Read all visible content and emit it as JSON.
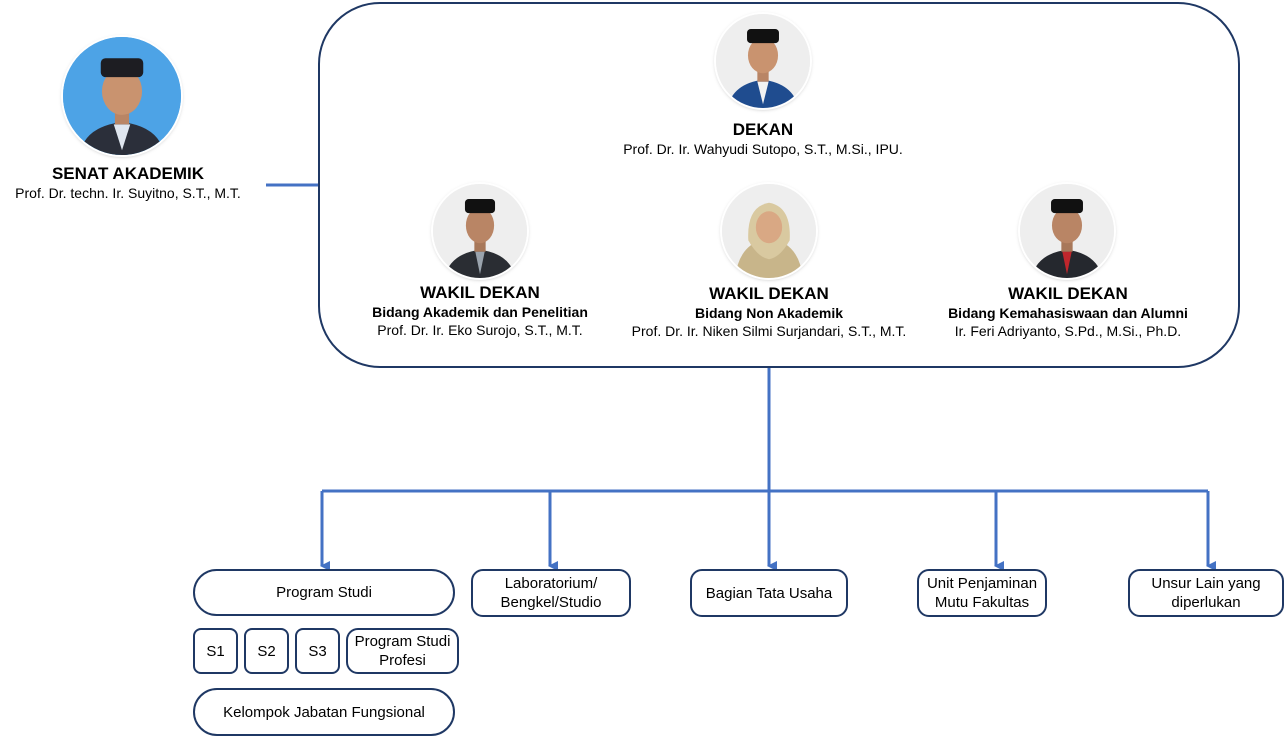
{
  "senat": {
    "role": "SENAT AKADEMIK",
    "name": "Prof. Dr. techn. Ir. Suyitno, S.T., M.T."
  },
  "dekan": {
    "role": "DEKAN",
    "name": "Prof. Dr. Ir. Wahyudi Sutopo, S.T., M.Si., IPU."
  },
  "wakil": [
    {
      "role": "WAKIL DEKAN",
      "field": "Bidang Akademik dan Penelitian",
      "name": "Prof. Dr. Ir. Eko Surojo, S.T., M.T."
    },
    {
      "role": "WAKIL DEKAN",
      "field": "Bidang Non Akademik",
      "name": "Prof. Dr. Ir. Niken Silmi Surjandari, S.T., M.T."
    },
    {
      "role": "WAKIL DEKAN",
      "field": "Bidang Kemahasiswaan dan Alumni",
      "name": "Ir. Feri Adriyanto, S.Pd., M.Si., Ph.D."
    }
  ],
  "units": {
    "program_studi": "Program Studi",
    "s1": "S1",
    "s2": "S2",
    "s3": "S3",
    "profesi": "Program Studi Profesi",
    "kelompok": "Kelompok Jabatan Fungsional",
    "lab": "Laboratorium/ Bengkel/Studio",
    "tata_usaha": "Bagian Tata Usaha",
    "penjaminan": "Unit Penjaminan Mutu Fakultas",
    "unsur_lain": "Unsur Lain yang diperlukan"
  },
  "colors": {
    "connector": "#4472c4",
    "box_border": "#1f3864",
    "senat_photo_bg": "#4da3e6",
    "portrait_bg": "#eeeeee"
  }
}
